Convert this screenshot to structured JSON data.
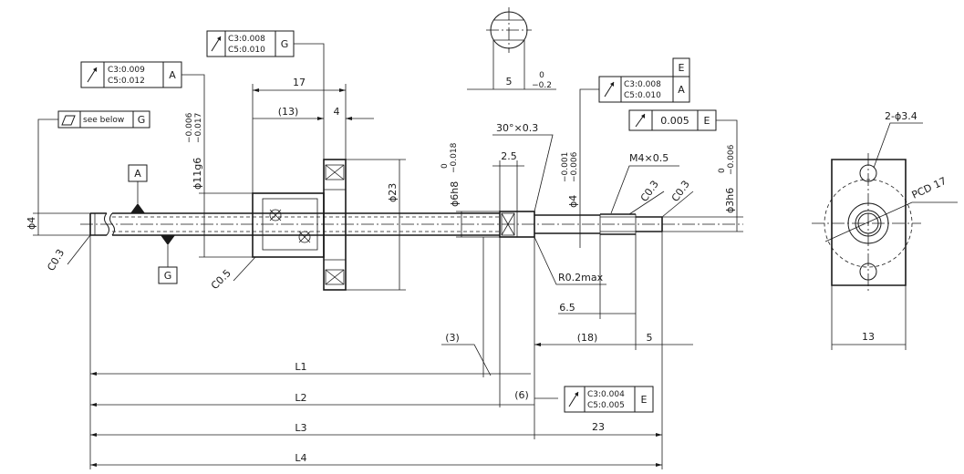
{
  "dims": {
    "d17": "17",
    "d13": "(13)",
    "d4": "4",
    "d30": "30°×0.3",
    "d25": "2.5",
    "dM4": "M4×0.5",
    "dC03a": "C0.3",
    "dC03b": "C0.3",
    "dC03left": "C0.3",
    "dC05": "C0.5",
    "dR": "R0.2max",
    "d65": "6.5",
    "d3": "(3)",
    "d18": "(18)",
    "d5": "5",
    "d6": "(6)",
    "d23": "23",
    "L1": "L1",
    "L2": "L2",
    "L3": "L3",
    "L4": "L4",
    "flat5": "5",
    "flatTolUp": "0",
    "flatTolDn": "−0.2",
    "side13": "13",
    "holes": "2-ϕ3.4",
    "pcd": "PCD 17"
  },
  "diam": {
    "phi4": "ϕ4",
    "phi11": "ϕ11g6",
    "phi11up": "−0.006",
    "phi11dn": "−0.017",
    "phi23": "ϕ23",
    "phi6": "ϕ6h8",
    "phi6up": "0",
    "phi6dn": "−0.018",
    "phi4b": "ϕ4",
    "phi4bup": "−0.001",
    "phi4bdn": "−0.006",
    "phi3": "ϕ3h6",
    "phi3up": "0",
    "phi3dn": "−0.006"
  },
  "fcf": {
    "f1": {
      "l1": "C3:0.009",
      "l2": "C5:0.012",
      "ref": "A"
    },
    "f2": {
      "l1": "C3:0.008",
      "l2": "C5:0.010",
      "ref": "G"
    },
    "f3": {
      "label": "see below",
      "ref": "G"
    },
    "f4": {
      "l1": "C3:0.008",
      "l2": "C5:0.010",
      "ref": "A"
    },
    "f5": {
      "val": "0.005",
      "ref": "E"
    },
    "f6": {
      "l1": "C3:0.004",
      "l2": "C5:0.005",
      "ref": "E"
    },
    "datumE": "E"
  },
  "datums": {
    "A": "A",
    "G": "G"
  }
}
